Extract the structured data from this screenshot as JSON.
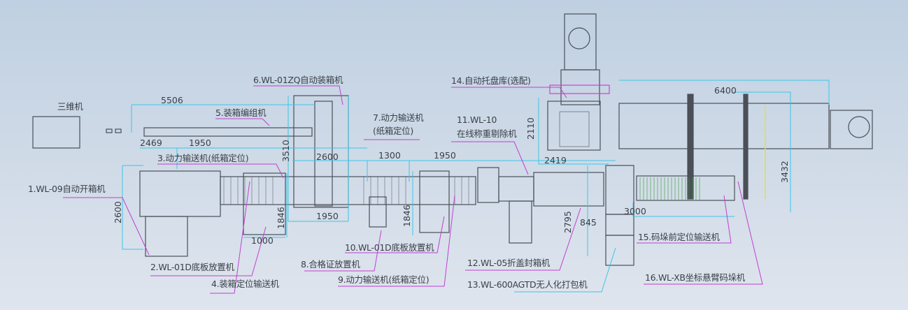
{
  "labels": {
    "sanwei": "三维机",
    "m1": "1.WL-09自动开箱机",
    "m2": "2.WL-01D底板放置机",
    "m3": "3.动力输送机(纸箱定位)",
    "m4": "4.装箱定位输送机",
    "m5": "5.装箱编组机",
    "m6": "6.WL-01ZQ自动装箱机",
    "m7a": "7.动力输送机",
    "m7b": "(纸箱定位)",
    "m8": "8.合格证放置机",
    "m9": "9.动力输送机(纸箱定位)",
    "m10": "10.WL-01D底板放置机",
    "m11a": "11.WL-10",
    "m11b": "在线称重剔除机",
    "m12": "12.WL-05折盖封箱机",
    "m13": "13.WL-600AGTD无人化打包机",
    "m14": "14.自动托盘库(选配)",
    "m15": "15.码垛前定位输送机",
    "m16": "16.WL-XB坐标悬臂码垛机"
  },
  "dimensions": {
    "d5506": "5506",
    "d2469": "2469",
    "d1950a": "1950",
    "d3510": "3510",
    "d2600a": "2600",
    "d1300": "1300",
    "d1950b": "1950",
    "d2600b": "2600",
    "d1846a": "1846",
    "d1950c": "1950",
    "d1000": "1000",
    "d1846b": "1846",
    "d2110": "2110",
    "d2419": "2419",
    "d6400": "6400",
    "d3432": "3432",
    "d3000": "3000",
    "d845": "845",
    "d2795": "2795"
  },
  "colors": {
    "leader": "#c040d0",
    "dim": "#3cc6e6",
    "machine": "#4a4f58"
  }
}
